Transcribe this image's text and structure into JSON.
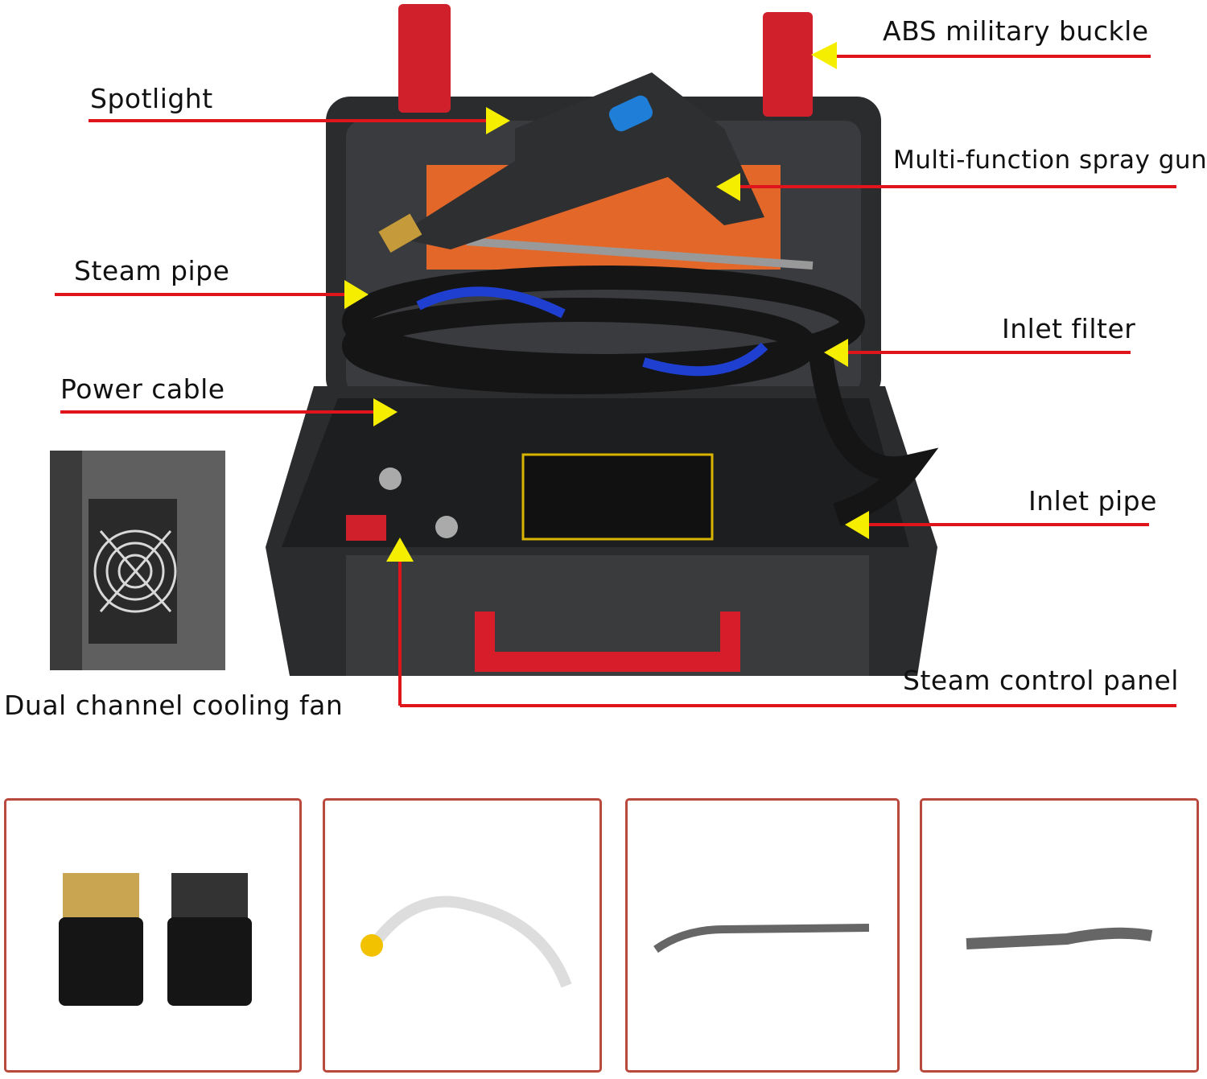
{
  "callouts": {
    "abs_buckle": "ABS military buckle",
    "spotlight": "Spotlight",
    "spray_gun": "Multi-function spray gun",
    "steam_pipe": "Steam pipe",
    "inlet_filter": "Inlet filter",
    "power_cable": "Power cable",
    "inlet_pipe": "Inlet pipe",
    "steam_control_panel": "Steam control panel",
    "cooling_fan": "Dual channel cooling fan"
  },
  "colors": {
    "leader_line": "#e0141b",
    "arrow": "#f5ee00",
    "case": "#2b2c2e",
    "buckle": "#d0202c",
    "box_border": "#b9493d"
  },
  "accessories": [
    "brush-heads",
    "inlet-hose",
    "long-nozzle",
    "short-nozzle"
  ]
}
